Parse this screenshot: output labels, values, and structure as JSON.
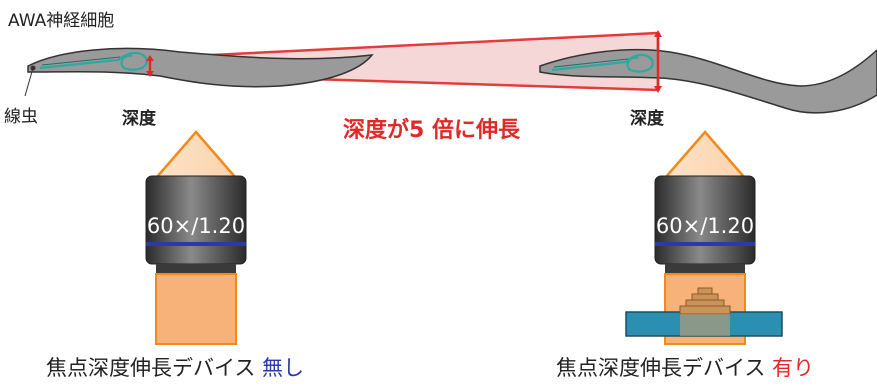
{
  "labels": {
    "neuron": "AWA神経細胞",
    "worm": "線虫",
    "depth_left": "深度",
    "depth_right": "深度",
    "expansion": "深度が5 倍に伸長"
  },
  "objectives": {
    "left": {
      "marking": "60×/1.20",
      "caption_prefix": "焦点深度伸長デバイス ",
      "caption_state": "無し"
    },
    "right": {
      "marking": "60×/1.20",
      "caption_prefix": "焦点深度伸長デバイス ",
      "caption_state": "有り"
    }
  },
  "colors": {
    "accent_red": "#e02828",
    "accent_blue": "#2c3aa8",
    "worm_gray": "#9a9a9a",
    "neuron_teal": "#2ea8a0",
    "light_orange": "#f7b27a",
    "orange_outline": "#f08a1c",
    "device_blue": "#2a8fb0"
  }
}
